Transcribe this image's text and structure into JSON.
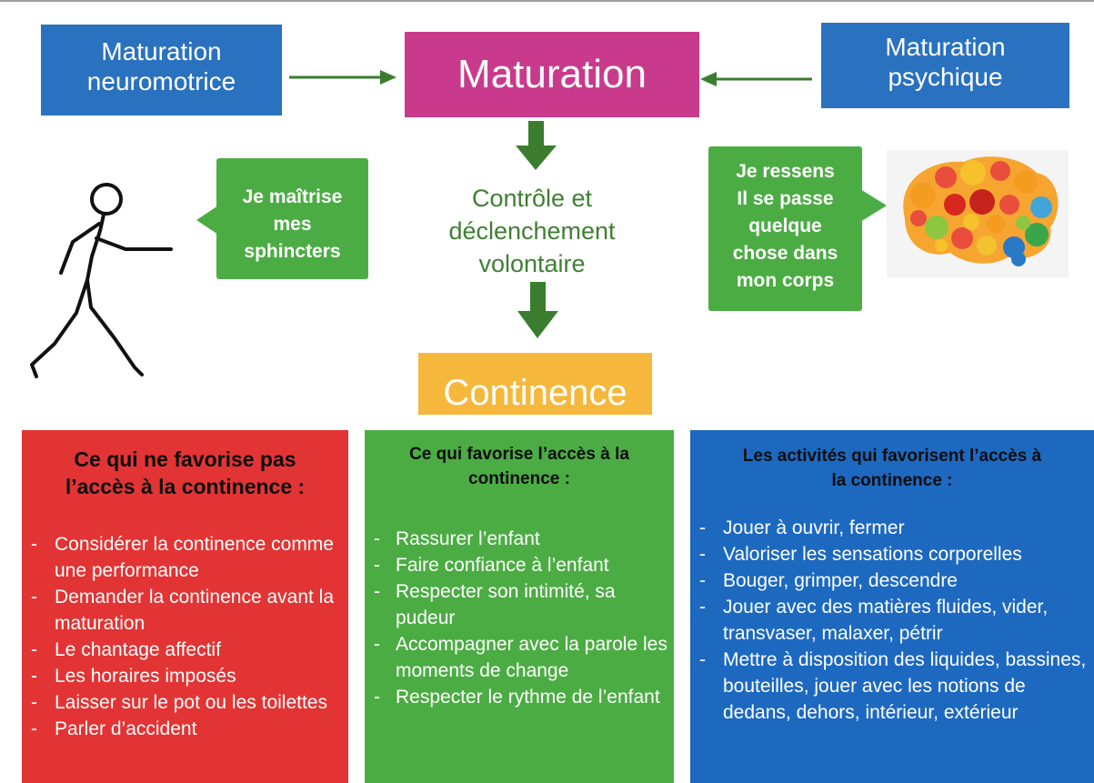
{
  "top": {
    "neuromotor_lines": [
      "Maturation",
      "neuromotrice"
    ],
    "maturation": "Maturation",
    "psychic_lines": [
      "Maturation",
      "psychique"
    ]
  },
  "callouts": {
    "left_lines": [
      "Je maîtrise",
      "mes",
      "sphincters"
    ],
    "right_lines": [
      "Je ressens",
      "Il se passe",
      "quelque",
      "chose dans",
      "mon corps"
    ]
  },
  "center": {
    "control_lines": [
      "Contrôle et",
      "déclenchement",
      "volontaire"
    ],
    "continence": "Continence"
  },
  "panels": {
    "not_favor": {
      "title_lines": [
        "Ce qui ne favorise pas",
        "l’accès à la continence :"
      ],
      "items": [
        "Considérer la continence comme une performance",
        "Demander la continence avant la maturation",
        "Le chantage affectif",
        "Les horaires imposés",
        "Laisser sur le pot ou les toilettes",
        "Parler d’accident"
      ]
    },
    "favor": {
      "title_lines": [
        "Ce qui favorise l’accès à la",
        "continence :"
      ],
      "items": [
        "Rassurer l’enfant",
        "Faire confiance à l’enfant",
        "Respecter son intimité, sa pudeur",
        "Accompagner avec la parole les moments de change",
        "Respecter le rythme de l’enfant"
      ]
    },
    "activities": {
      "title_lines": [
        "Les activités qui favorisent l’accès à",
        "la continence :"
      ],
      "items": [
        "Jouer à ouvrir, fermer",
        "Valoriser les sensations corporelles",
        "Bouger, grimper, descendre",
        "Jouer avec des matières fluides, vider, transvaser, malaxer, pétrir",
        "Mettre à disposition des liquides, bassines, bouteilles, jouer avec les notions de dedans, dehors, intérieur, extérieur"
      ]
    }
  },
  "colors": {
    "blue": "#2a72bf",
    "magenta": "#c93a8c",
    "green": "#4cac44",
    "dark_green": "#3f7f33",
    "orange": "#f5b83c",
    "red": "#e23434",
    "panel_blue": "#1d69c0"
  },
  "illustrations": {
    "left": "stick-figure-walking",
    "right": "colorful-gear-brain"
  }
}
